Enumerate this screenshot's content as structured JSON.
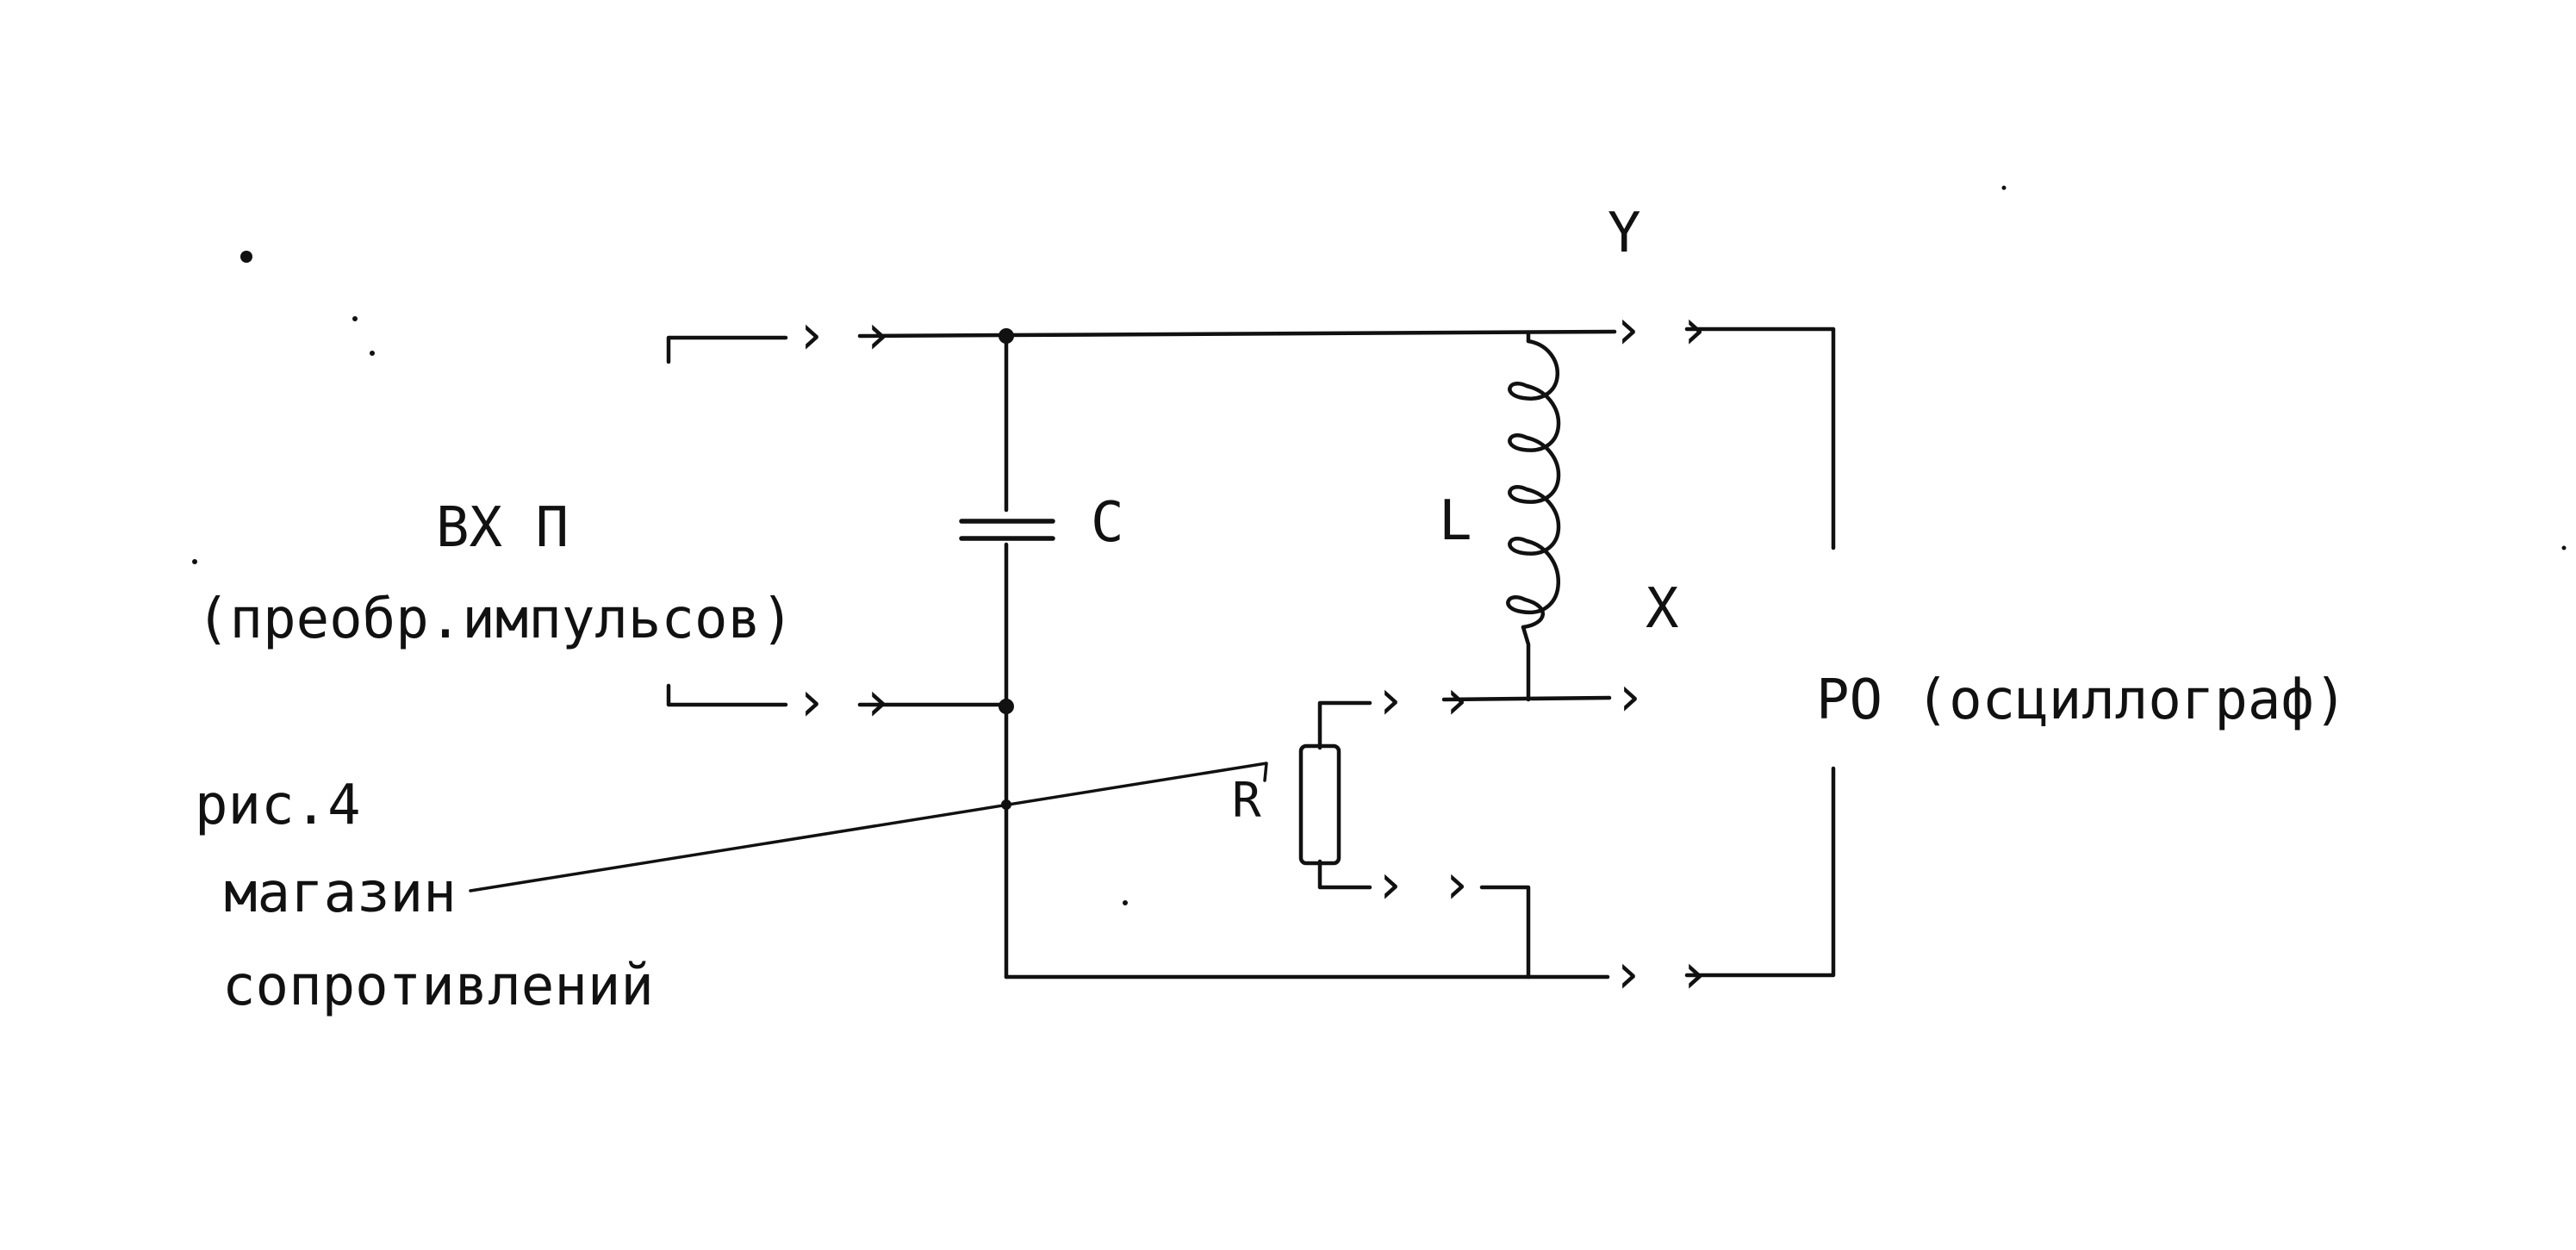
{
  "diagram": {
    "labels": {
      "input_title": "ВХ П",
      "input_subtitle": "(преобр.импульсов)",
      "figure_caption": "рис.4",
      "resistance_box_line1": "магазин",
      "resistance_box_line2": "сопротивлений",
      "capacitor": "C",
      "inductor": "L",
      "resistor": "R",
      "terminal_y": "Y",
      "terminal_x": "X",
      "output_title": "РО (осциллограф)"
    },
    "connector_glyph": "› ›",
    "connector_glyph_single": "›"
  }
}
